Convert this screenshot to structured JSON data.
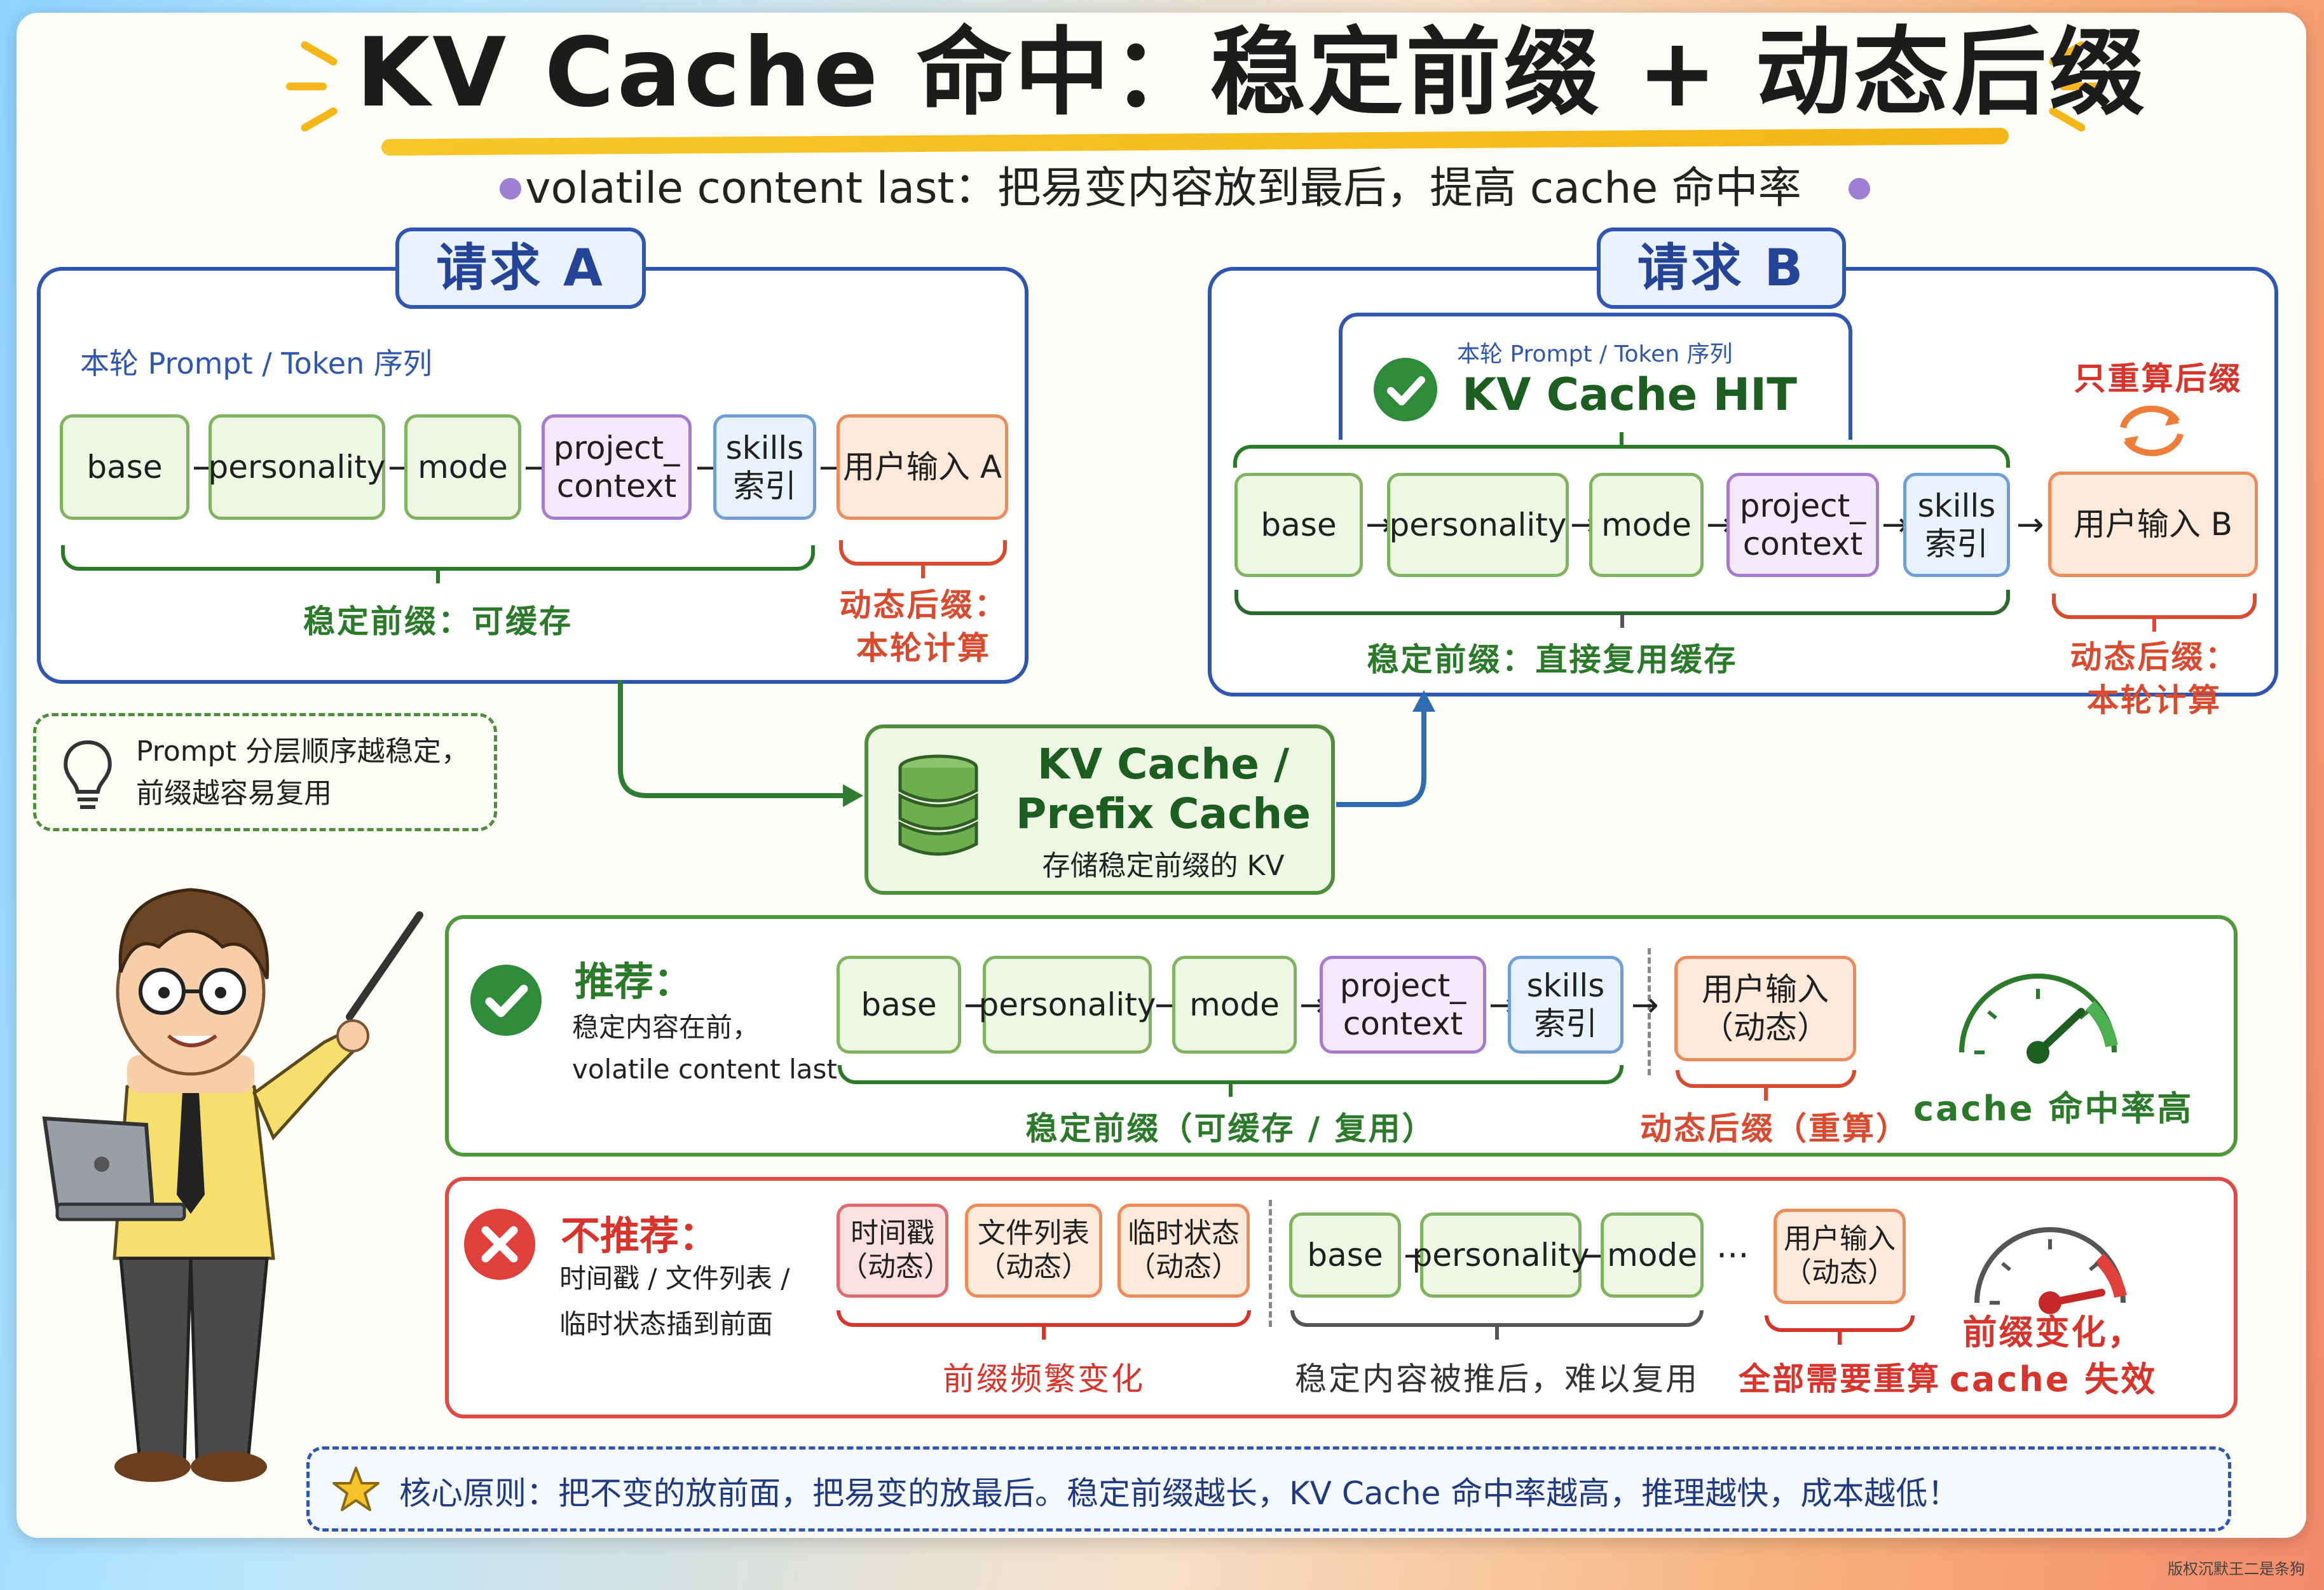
{
  "title": "KV Cache 命中：稳定前缀 + 动态后缀",
  "subtitle": "volatile content last：把易变内容放到最后，提高 cache 命中率",
  "request_a": {
    "tab": "请求 A",
    "seq_label": "本轮 Prompt / Token 序列",
    "tokens": [
      "base",
      "personality",
      "mode",
      "project_\ncontext",
      "skills\n索引",
      "用户输入 A"
    ],
    "stable_label": "稳定前缀：可缓存",
    "dynamic_label": "动态后缀：\n本轮计算"
  },
  "request_b": {
    "tab": "请求 B",
    "seq_label": "本轮 Prompt / Token 序列",
    "hit": "KV Cache HIT",
    "recompute": "只重算后缀",
    "tokens": [
      "base",
      "personality",
      "mode",
      "project_\ncontext",
      "skills\n索引",
      "用户输入 B"
    ],
    "stable_label": "稳定前缀：直接复用缓存",
    "dynamic_label": "动态后缀：\n本轮计算"
  },
  "tip": "Prompt 分层顺序越稳定，\n前缀越容易复用",
  "cache": {
    "title": "KV Cache /\nPrefix Cache",
    "desc": "存储稳定前缀的 KV"
  },
  "recommended": {
    "title": "推荐：",
    "desc": "稳定内容在前，\nvolatile content last",
    "tokens": [
      "base",
      "personality",
      "mode",
      "project_\ncontext",
      "skills\n索引"
    ],
    "dynamic_token": "用户输入\n（动态）",
    "stable_label": "稳定前缀（可缓存 / 复用）",
    "dynamic_label": "动态后缀（重算）",
    "gauge_label": "cache 命中率高"
  },
  "not_recommended": {
    "title": "不推荐：",
    "desc": "时间戳 / 文件列表 /\n临时状态插到前面",
    "volatile_tokens": [
      "时间戳\n（动态）",
      "文件列表\n（动态）",
      "临时状态\n（动态）"
    ],
    "tokens": [
      "base",
      "personality",
      "mode"
    ],
    "ellipsis": "···",
    "dynamic_token": "用户输入\n（动态）",
    "volatile_label": "前缀频繁变化",
    "stable_label": "稳定内容被推后，难以复用",
    "recompute_label": "全部需要重算",
    "gauge_label": "前缀变化，\ncache 失效"
  },
  "core_principle": "核心原则：把不变的放前面，把易变的放最后。稳定前缀越长，KV Cache 命中率越高，推理越快，成本越低！",
  "watermark": "版权沉默王二是条狗",
  "colors": {
    "blue": "#2f56b0",
    "green": "#4e9a3a",
    "red": "#e04a42",
    "orange": "#ee8b5a",
    "gold": "#f4b619"
  }
}
